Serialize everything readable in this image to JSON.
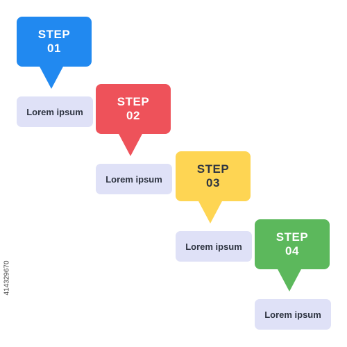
{
  "steps": [
    {
      "title": "STEP",
      "number": "01",
      "label": "Lorem ipsum",
      "color": "#2189f0",
      "text_color": "#ffffff"
    },
    {
      "title": "STEP",
      "number": "02",
      "label": "Lorem ipsum",
      "color": "#ee525a",
      "text_color": "#ffffff"
    },
    {
      "title": "STEP",
      "number": "03",
      "label": "Lorem ipsum",
      "color": "#fed553",
      "text_color": "#2f3542"
    },
    {
      "title": "STEP",
      "number": "04",
      "label": "Lorem ipsum",
      "color": "#5cb85c",
      "text_color": "#ffffff"
    }
  ],
  "watermark": "414329670",
  "label_bg": "#dfe1f7"
}
